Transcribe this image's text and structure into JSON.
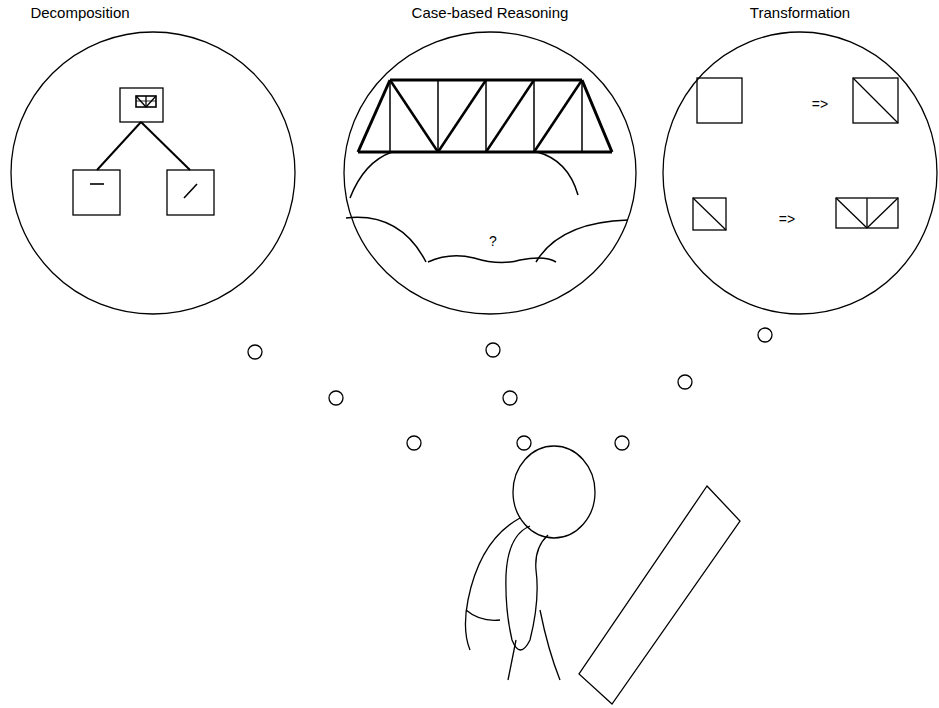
{
  "diagram": {
    "nodes": [
      {
        "text": [
          "Decomposition"
        ]
      },
      {
        "text": [
          "Case-based Reasoning"
        ]
      },
      {
        "text": [
          "Transformation"
        ]
      }
    ],
    "labels": [
      "?",
      "=>",
      "=>"
    ]
  }
}
